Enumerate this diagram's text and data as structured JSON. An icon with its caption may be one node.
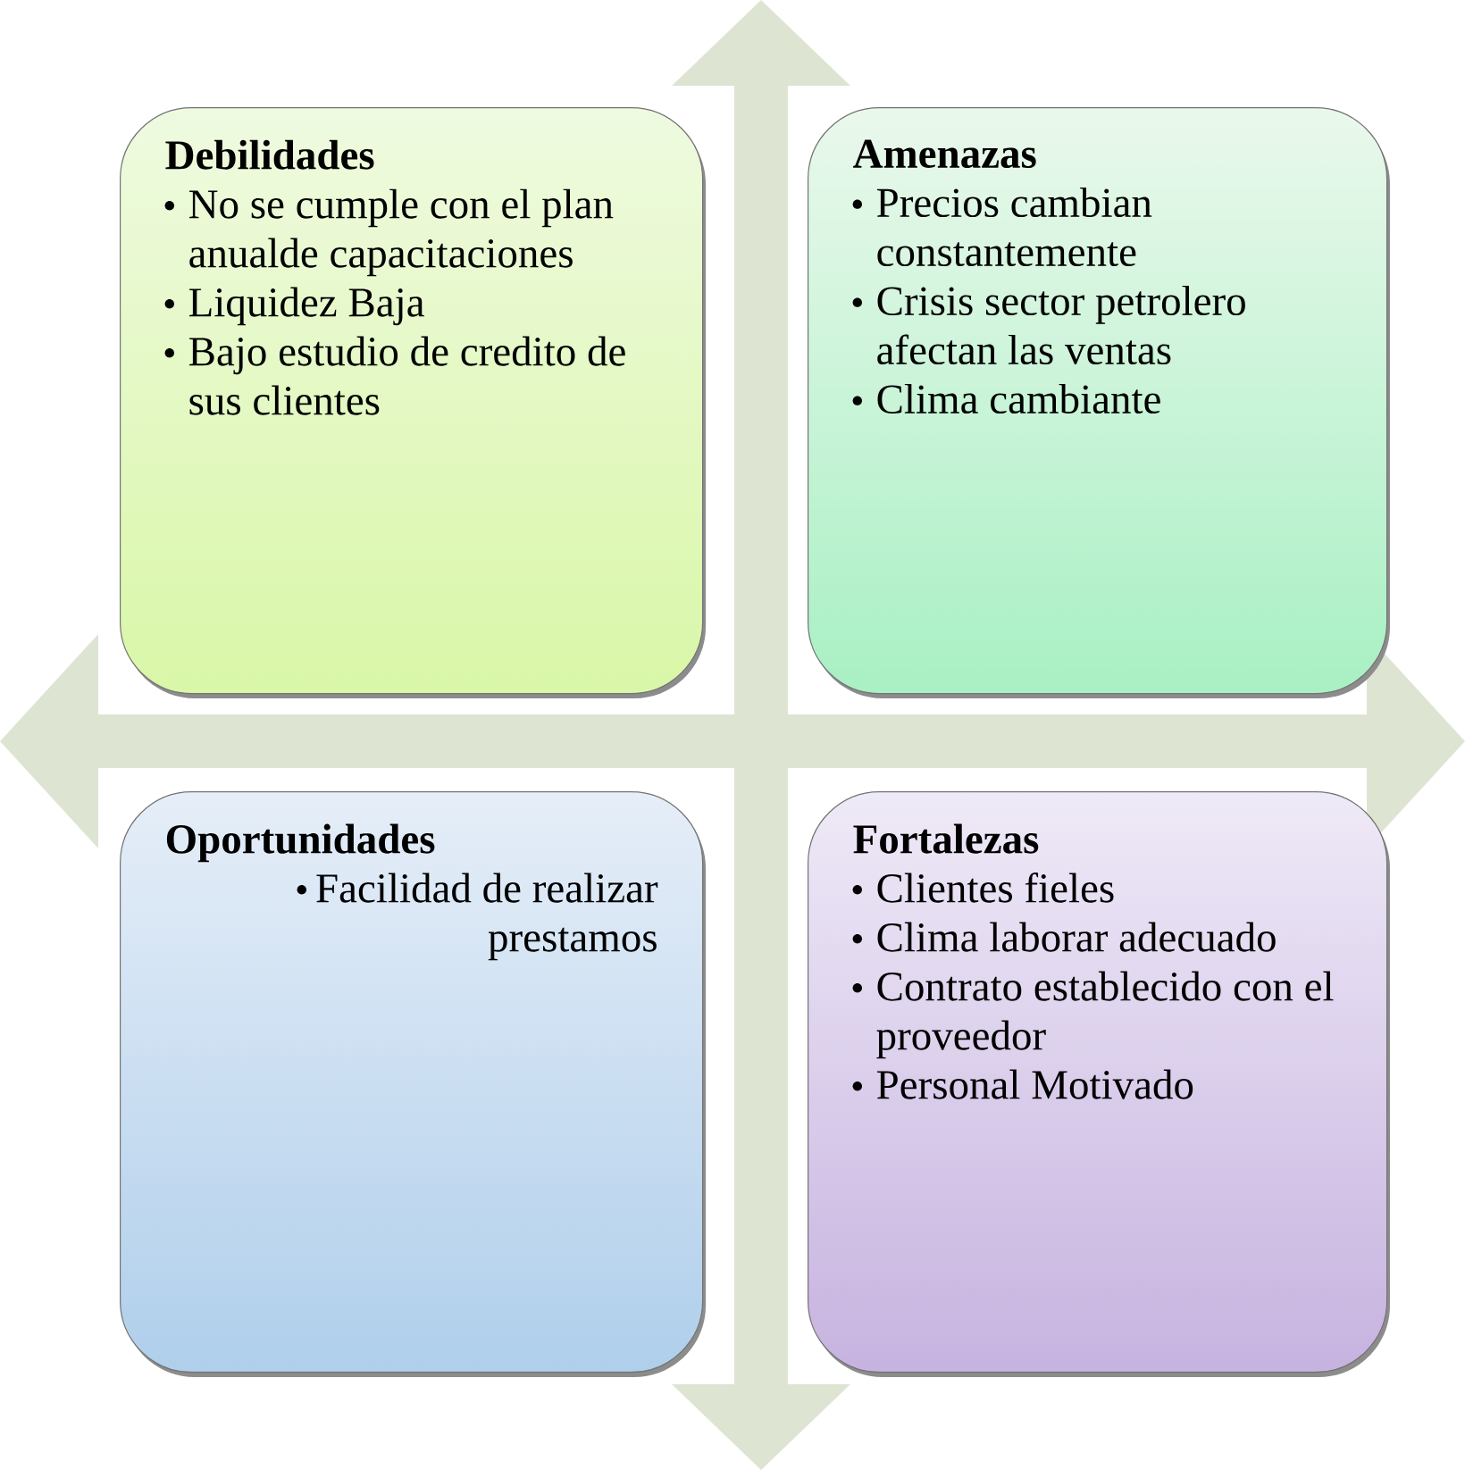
{
  "diagram": {
    "nodes": [
      {
        "text": [
          "Debilidades",
          "No se cumple con el plan anualde capacitaciones",
          "Liquidez Baja",
          "Bajo estudio de credito de sus clientes"
        ]
      },
      {
        "text": [
          "Amenazas",
          "Precios cambian constantemente",
          "Crisis sector petrolero afectan las ventas",
          "Clima cambiante"
        ]
      },
      {
        "text": [
          "Oportunidades",
          "Facilidad de realizar prestamos"
        ]
      },
      {
        "text": [
          "Fortalezas",
          "Clientes fieles",
          "Clima laborar adecuado",
          "Contrato establecido con el proveedor",
          "Personal Motivado"
        ]
      }
    ]
  }
}
